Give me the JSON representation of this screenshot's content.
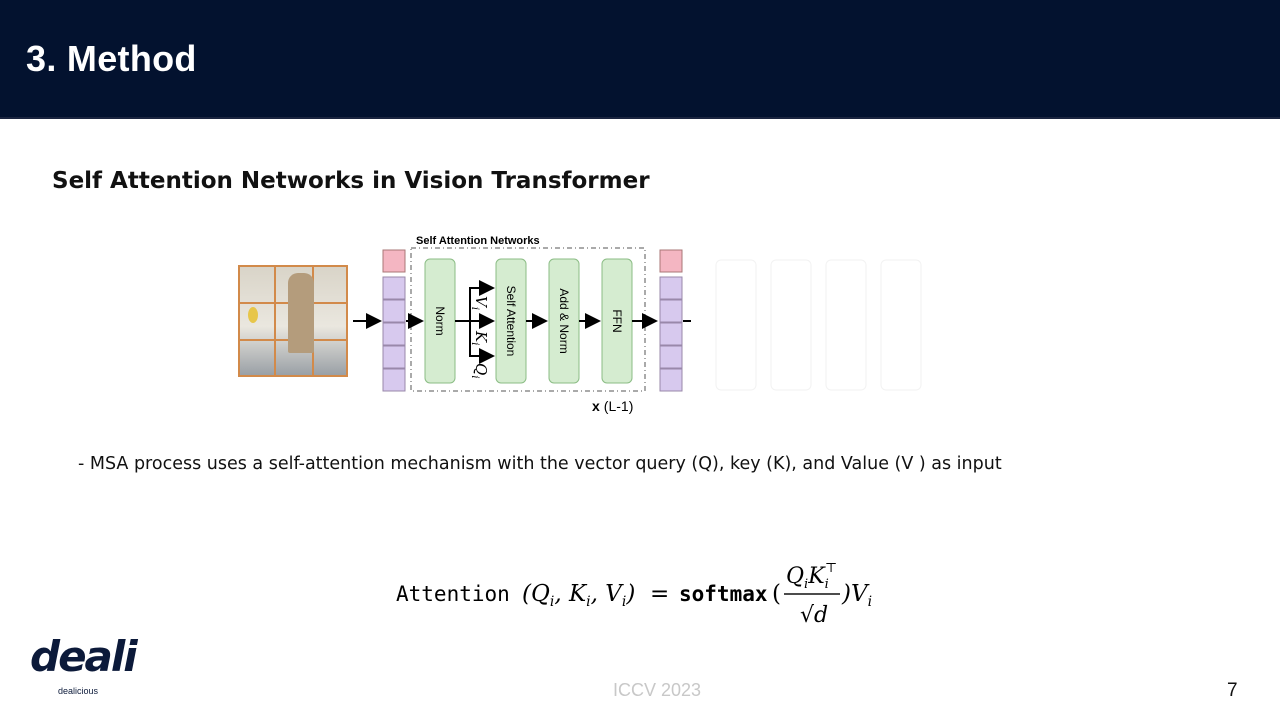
{
  "header": {
    "title": "3. Method"
  },
  "subtitle": "Self Attention Networks in Vision Transformer",
  "diagram": {
    "group_label": "Self Attention Networks",
    "blocks": [
      "Norm",
      "Self Attention",
      "Add & Norm",
      "FFN"
    ],
    "vectors": [
      "V",
      "K",
      "Q"
    ],
    "vector_subscript": "i",
    "repeat_bold": "x",
    "repeat_label": "(L-1)",
    "colors": {
      "token_cls": "#f4b6c2",
      "token": "#d7c9ee",
      "block_fill": "#d5ecd0",
      "block_stroke": "#8bbd85",
      "photo_grid": "#d28a4a"
    }
  },
  "bullet": "- MSA process uses a self-attention mechanism with the vector query (Q), key (K), and Value (V ) as input",
  "formula": {
    "func": "Attention",
    "args": "(Q_i, K_i, V_i)",
    "equals": "=",
    "softmax": "softmax",
    "numerator": "Q_i K_i^T",
    "denominator": "√d",
    "tail": ") V_i"
  },
  "footer": {
    "center": "ICCV 2023",
    "page": "7"
  },
  "logo": {
    "brand": "deali",
    "tagline": "dealicious"
  }
}
